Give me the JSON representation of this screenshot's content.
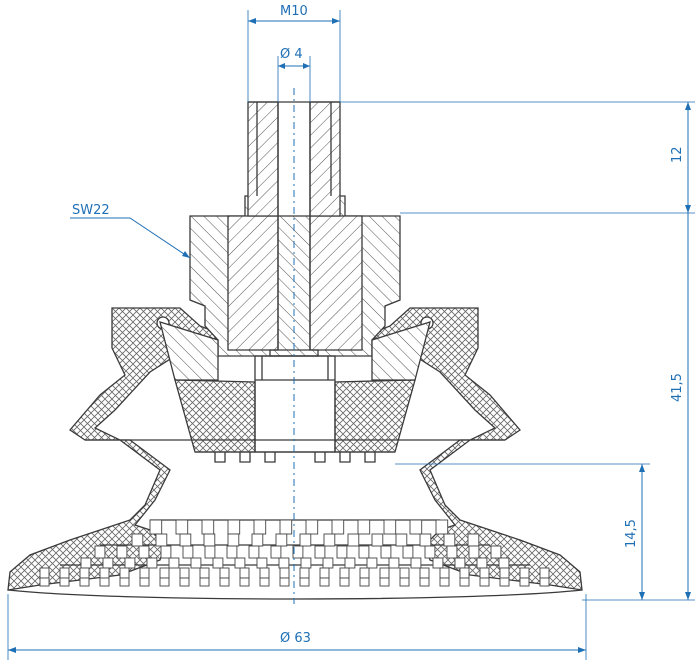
{
  "dimensions": {
    "thread": "M10",
    "bore": "Ø 4",
    "wrench": "SW22",
    "height_thread": "12",
    "height_body": "41,5",
    "height_bellows": "14,5",
    "diameter_cup": "Ø 63"
  },
  "colors": {
    "dimension": "#1f6fb5",
    "outline": "#3a3a3a"
  }
}
